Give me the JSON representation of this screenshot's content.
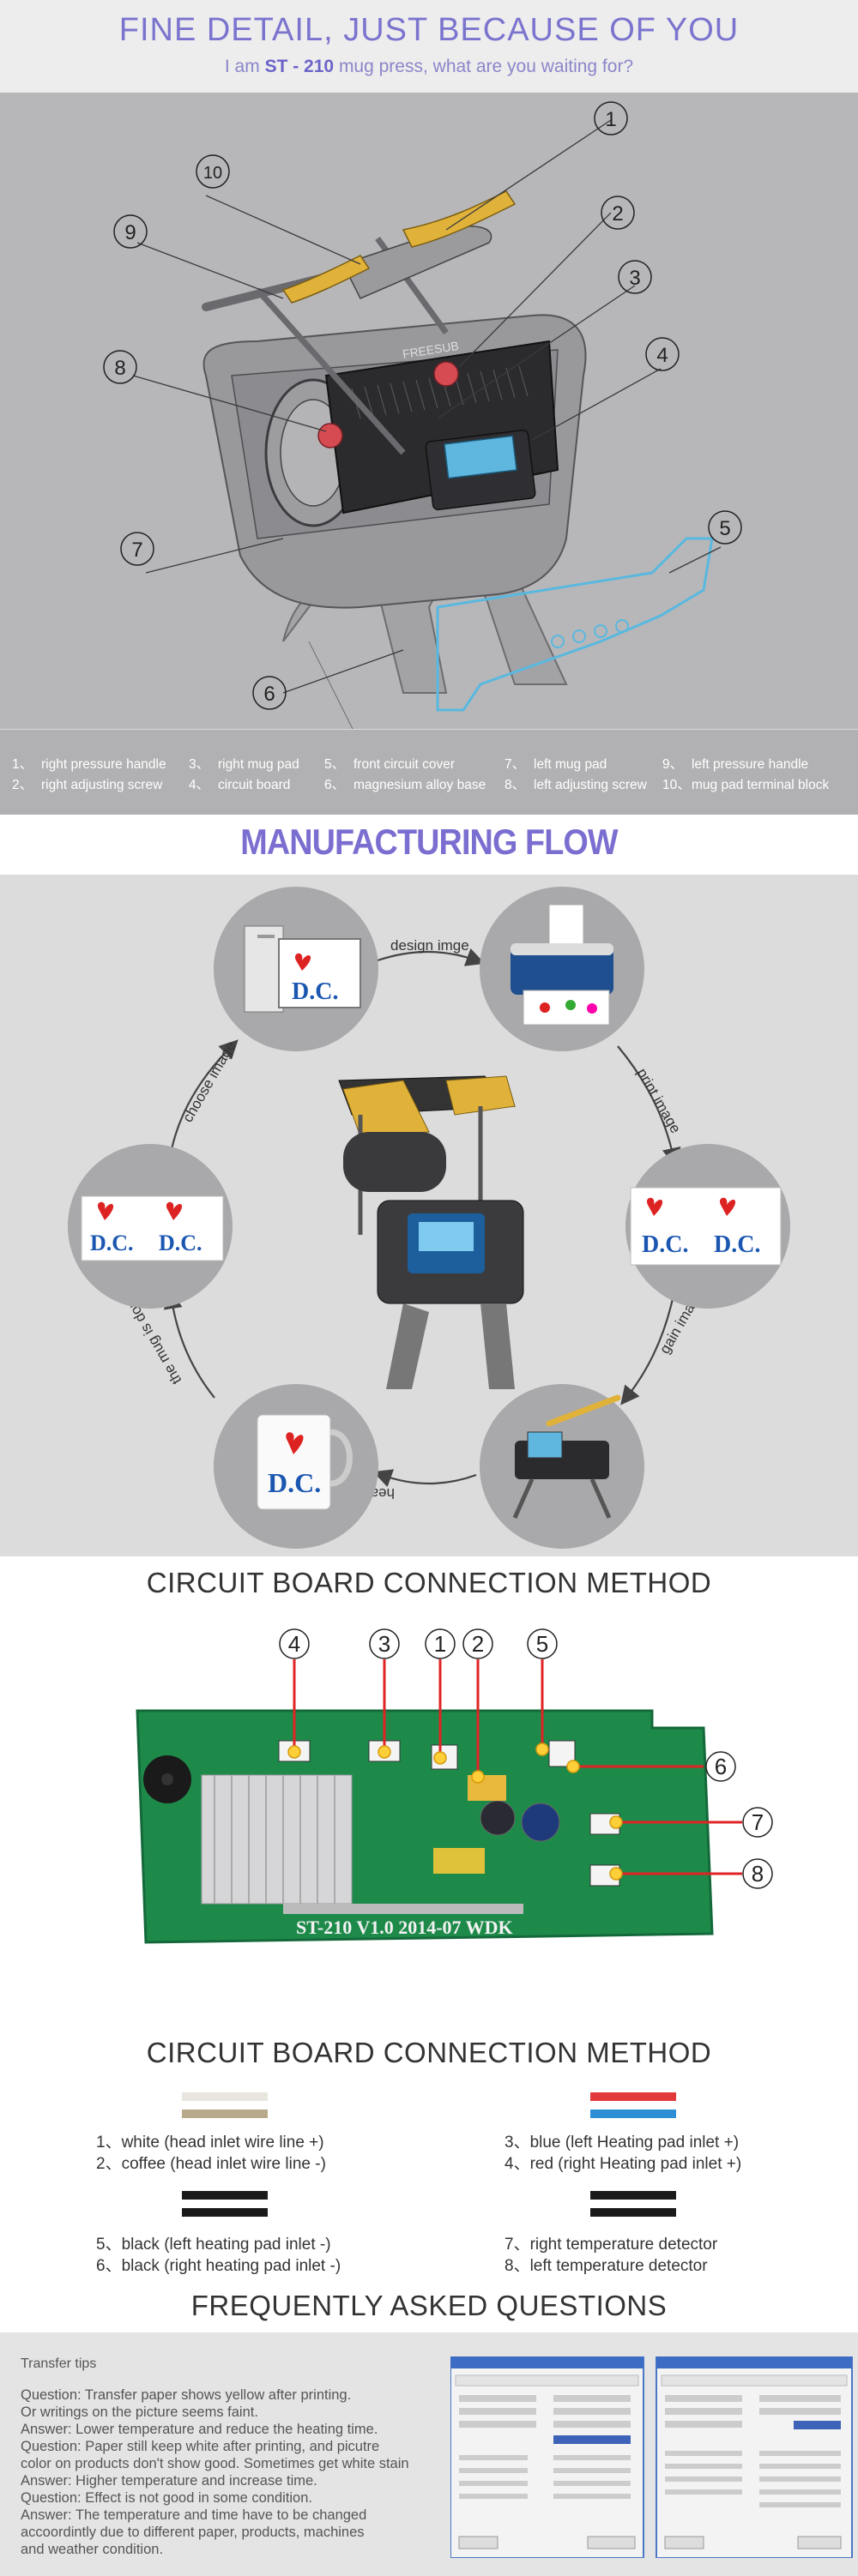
{
  "header": {
    "title": "FINE DETAIL, JUST  BECAUSE OF YOU",
    "subtitle_prefix": "I am ",
    "subtitle_model": "ST - 210",
    "subtitle_suffix": " mug press, what are you waiting for?"
  },
  "diagram": {
    "brand_label": "FREESUB",
    "callouts": [
      "1",
      "2",
      "3",
      "4",
      "5",
      "6",
      "7",
      "8",
      "9",
      "10"
    ]
  },
  "legend": {
    "items": [
      {
        "num": "1、",
        "label": "right pressure handle"
      },
      {
        "num": "2、",
        "label": "right adjusting screw"
      },
      {
        "num": "3、",
        "label": "right mug pad"
      },
      {
        "num": "4、",
        "label": "circuit board"
      },
      {
        "num": "5、",
        "label": "front circuit cover"
      },
      {
        "num": "6、",
        "label": "magnesium alloy base"
      },
      {
        "num": "7、",
        "label": "left mug pad"
      },
      {
        "num": "8、",
        "label": "left adjusting screw"
      },
      {
        "num": "9、",
        "label": "left pressure handle"
      },
      {
        "num": "10、",
        "label": "mug pad terminal block"
      }
    ]
  },
  "flow": {
    "title": "MANUFACTURING FLOW",
    "steps": [
      "design imge",
      "print image",
      "gain image",
      "heat press",
      "the mug is done",
      "choose image"
    ],
    "art_text": "D.C."
  },
  "circuit": {
    "heading": "CIRCUIT BOARD CONNECTION METHOD",
    "board_label": "ST-210  V1.0   2014-07  WDK",
    "callouts_top": [
      "4",
      "3",
      "1",
      "2",
      "5"
    ],
    "callouts_right": [
      "6",
      "7",
      "8"
    ],
    "wires_heading": "CIRCUIT BOARD CONNECTION METHOD",
    "wires": [
      {
        "line1": "1、white (head inlet wire line +)",
        "line2": "2、coffee (head inlet wire line -)",
        "colors": [
          "#e9e6e0",
          "#b8a98a"
        ]
      },
      {
        "line1": "3、blue (left Heating pad inlet +)",
        "line2": "4、red (right Heating pad inlet +)",
        "colors": [
          "#e23a3a",
          "#2c8fd6"
        ]
      },
      {
        "line1": "5、black (left heating pad inlet -)",
        "line2": "6、black (right heating pad inlet -)",
        "colors": [
          "#1a1a1a",
          "#1a1a1a"
        ]
      },
      {
        "line1": "7、right temperature detector",
        "line2": "8、left temperature detector",
        "colors": [
          "#1a1a1a",
          "#1a1a1a"
        ]
      }
    ]
  },
  "faq": {
    "heading": "FREQUENTLY ASKED QUESTIONS",
    "title": "Transfer tips",
    "lines": [
      "Question: Transfer paper shows yellow after printing.",
      "Or writings on the picture seems faint.",
      "Answer:  Lower temperature and reduce the heating time.",
      "Question: Paper still keep white after printing, and picutre",
      "color on products don't show good. Sometimes get white stain",
      "Answer:  Higher temperature and increase time.",
      "Question: Effect is not good in some condition.",
      "Answer: The temperature and time have to be changed",
      "accoordintly due to different paper, products, machines",
      "and weather condition."
    ]
  }
}
